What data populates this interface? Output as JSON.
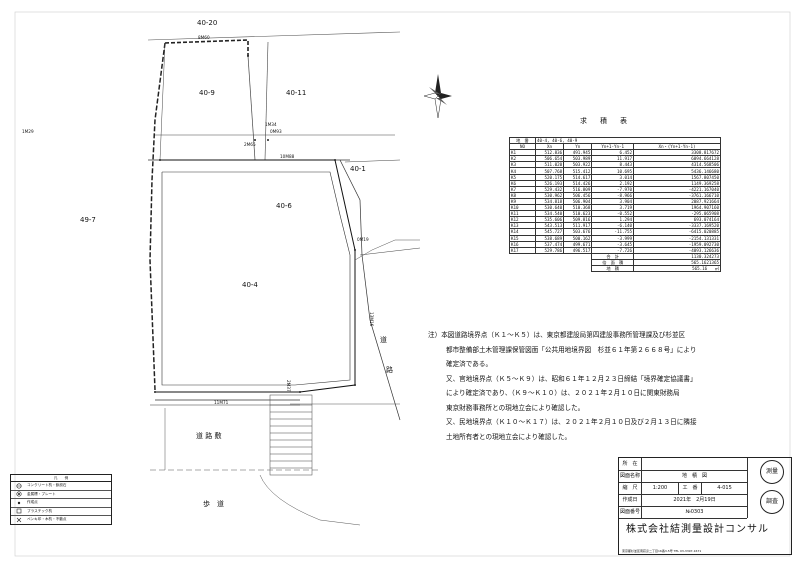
{
  "map": {
    "parcels": {
      "p40_20": "40-20",
      "p40_9": "40-9",
      "p40_11": "40-11",
      "p40_1": "40-1",
      "p40_6": "40-6",
      "p40_4": "40-4",
      "p49_7": "49-7"
    },
    "distances": {
      "d1": "8M60",
      "d2": "1M29",
      "d3": "1M34",
      "d4": "0M93",
      "d5": "2M65",
      "d6": "10M88",
      "d7": "0M19",
      "d8": "2M37",
      "d9": "11M71",
      "d10": "13M16"
    },
    "road_east": [
      "道",
      "路"
    ],
    "road_site": "道 路 敷",
    "sidewalk": "歩　道"
  },
  "area_table": {
    "title": "求　積　表",
    "lot_label": "地　番",
    "lot_value": "40-4, 40-6, 40-9",
    "headers": [
      "NO",
      "Xn",
      "Yn",
      "Yn+1-Yn-1",
      "Xn・(Yn+1-Yn-1)"
    ],
    "rows": [
      [
        "K1",
        "512.836",
        "491.945",
        "6.452",
        "3308.817672"
      ],
      [
        "K2",
        "506.654",
        "503.989",
        "11.917",
        "6094.664128"
      ],
      [
        "K3",
        "511.020",
        "503.922",
        "8.443",
        "4314.568506"
      ],
      [
        "K4",
        "507.768",
        "515.412",
        "10.695",
        "5436.146680"
      ],
      [
        "K5",
        "520.175",
        "514.617",
        "3.014",
        "1567.807450"
      ],
      [
        "K6",
        "526.193",
        "514.426",
        "2.192",
        "1149.369258"
      ],
      [
        "K7",
        "529.432",
        "516.809",
        "-7.970",
        "-4221.167040"
      ],
      [
        "K8",
        "530.962",
        "506.456",
        "-8.966",
        "-3761.166710"
      ],
      [
        "K9",
        "534.818",
        "506.904",
        "3.904",
        "2087.921664"
      ],
      [
        "K10",
        "530.640",
        "510.368",
        "3.719",
        "1964.907160"
      ],
      [
        "K11",
        "534.540",
        "510.623",
        "-0.552",
        "-295.065908"
      ],
      [
        "K12",
        "535.606",
        "509.816",
        "1.294",
        "693.074164"
      ],
      [
        "K13",
        "543.513",
        "511.917",
        "-6.140",
        "-3337.169520"
      ],
      [
        "K14",
        "545.727",
        "503.676",
        "-11.755",
        "-6415.020885"
      ],
      [
        "K15",
        "538.689",
        "500.162",
        "-3.999",
        "-2154.131331"
      ],
      [
        "K16",
        "537.474",
        "499.671",
        "-3.645",
        "-1959.092730"
      ],
      [
        "K17",
        "529.786",
        "496.517",
        "-7.726",
        "-4093.126636"
      ]
    ],
    "total_label": "合　計",
    "total_value": "1130.324273",
    "double_label": "倍　面　積",
    "double_value": "565.1621365",
    "area_label": "地　積",
    "area_value": "565.16",
    "area_unit": "㎡"
  },
  "notes": {
    "prefix": "注）",
    "n1_line1": "本図道路境界点（Ｋ１～Ｋ５）は、東京都建設局第四建設事務所管理課及び杉並区",
    "n1_line2": "都市整備部土木管理課保管図面「公共用地境界図　杉並６１年第２６６８号」により",
    "n1_line3": "確定済である。",
    "n2_line1": "又、官地境界点（Ｋ５～Ｋ９）は、昭和６１年１２月２３日締結「境界確定協議書」",
    "n2_line2": "により確定済であり、（Ｋ９～Ｋ１０）は、２０２１年２月１０日に関東財務局",
    "n2_line3": "東京財務事務所との現地立会により確認した。",
    "n3_line1": "又、民地境界点（Ｋ１０～Ｋ１７）は、２０２１年２月１０日及び２月１３日に隣接",
    "n3_line2": "土地所有者との現地立会により確認した。"
  },
  "legend": {
    "title": "凡　　例",
    "items": [
      "コンクリート杭・鋲設石",
      "金属標・プレート",
      "作成点",
      "プラスチック杭",
      "ペンキ印・木杭・不動点"
    ]
  },
  "title_block": {
    "location_label": "所　在",
    "location_value": "",
    "drawing_label": "図面名称",
    "drawing_value": "地　積　図",
    "scale_label": "縮　尺",
    "scale_value": "1:200",
    "kou_label": "工　番",
    "kou_value": "4-015",
    "date_label": "作成日",
    "date_value": "2021年　2月19日",
    "no_label": "図面番号",
    "no_value": "№0303",
    "stamp1": "測量",
    "stamp2": "調査",
    "company": "株式会社結測量設計コンサル",
    "address": "東京都杉並区南荻窪二丁目16番3-5号 TEL 03-3397-1671"
  }
}
